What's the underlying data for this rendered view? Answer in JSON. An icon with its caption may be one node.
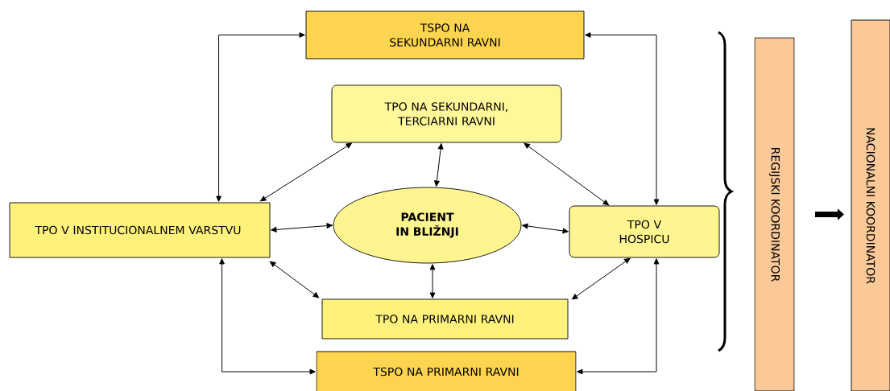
{
  "diagram": {
    "nodes": [
      {
        "text": [
          "TSPO NA SEKUNDARNI RAVNI"
        ]
      },
      {
        "text": [
          "TPO NA SEKUNDARNI, TERCIARNI RAVNI"
        ]
      },
      {
        "text": [
          "TPO V INSTITUCIONALNEM VARSTVU"
        ]
      },
      {
        "text": [
          "PACIENT IN BLIŽNJI"
        ]
      },
      {
        "text": [
          "TPO V HOSPICU"
        ]
      },
      {
        "text": [
          "TPO NA PRIMARNI RAVNI"
        ]
      },
      {
        "text": [
          "TSPO NA PRIMARNI RAVNI"
        ]
      },
      {
        "text": [
          "REGIJSKI KOORDINATOR"
        ]
      },
      {
        "text": [
          "NACIONALNI KOORDINATOR"
        ]
      }
    ],
    "edges": [
      {
        "from": 0,
        "to": 2,
        "arrow": "both"
      },
      {
        "from": 0,
        "to": 4,
        "arrow": "both"
      },
      {
        "from": 1,
        "to": 2,
        "arrow": "both"
      },
      {
        "from": 1,
        "to": 3,
        "arrow": "both"
      },
      {
        "from": 1,
        "to": 4,
        "arrow": "both"
      },
      {
        "from": 2,
        "to": 3,
        "arrow": "both"
      },
      {
        "from": 3,
        "to": 4,
        "arrow": "both"
      },
      {
        "from": 2,
        "to": 5,
        "arrow": "both"
      },
      {
        "from": 3,
        "to": 5,
        "arrow": "both"
      },
      {
        "from": 4,
        "to": 5,
        "arrow": "both"
      },
      {
        "from": 2,
        "to": 6,
        "arrow": "both"
      },
      {
        "from": 4,
        "to": 6,
        "arrow": "both"
      },
      {
        "from": 7,
        "to": 8,
        "arrow": "to",
        "style": "thick"
      }
    ]
  }
}
